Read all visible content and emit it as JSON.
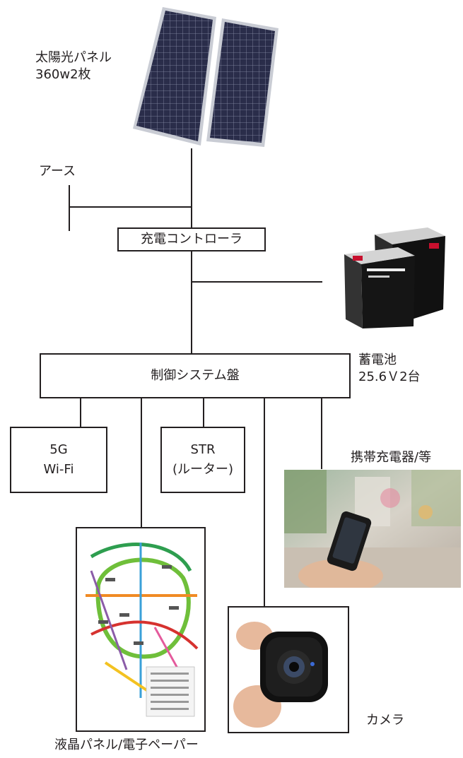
{
  "solar": {
    "line1": "太陽光パネル",
    "line2": "360w2枚"
  },
  "earth": {
    "label": "アース"
  },
  "charge_controller": {
    "label": "充電コントローラ"
  },
  "battery": {
    "line1": "蓄電池",
    "line2": "25.6Ｖ2台"
  },
  "control_panel": {
    "label": "制御システム盤"
  },
  "wifi": {
    "line1": "5G",
    "line2": "Wi-Fi"
  },
  "router": {
    "line1": "STR",
    "line2": "(ルーター)"
  },
  "phone_charger": {
    "label": "携帯充電器/等"
  },
  "lcd": {
    "label": "液晶パネル/電子ペーパー"
  },
  "camera": {
    "label": "カメラ"
  }
}
